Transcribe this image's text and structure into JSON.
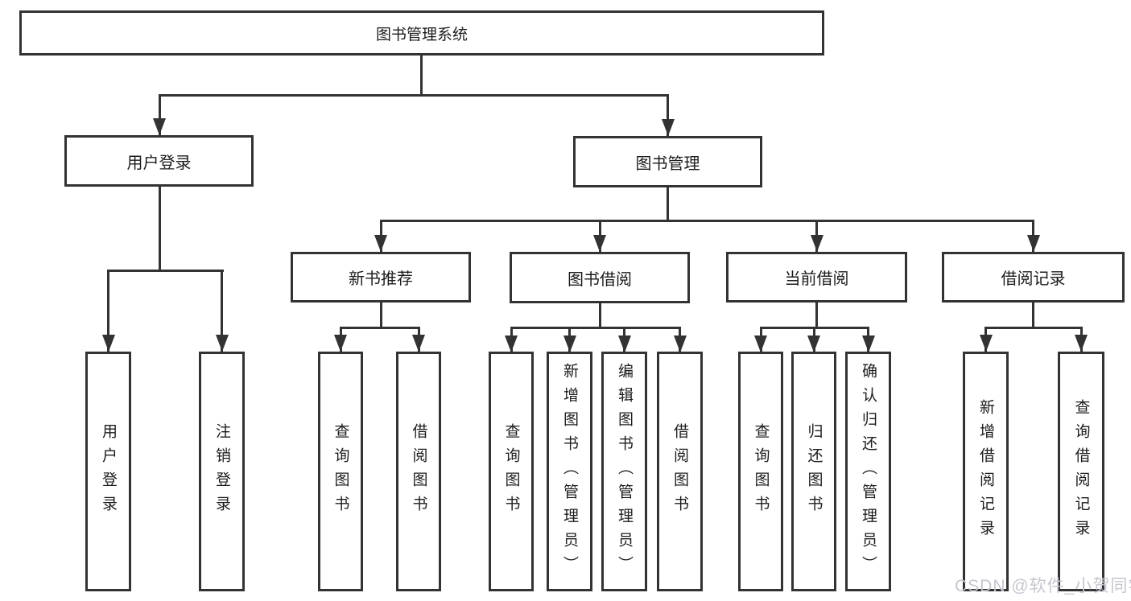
{
  "tree": {
    "label": "图书管理系统",
    "children": [
      {
        "label": "用户登录",
        "children": [
          {
            "label": "用户登录"
          },
          {
            "label": "注销登录"
          }
        ]
      },
      {
        "label": "图书管理",
        "children": [
          {
            "label": "新书推荐",
            "children": [
              {
                "label": "查询图书"
              },
              {
                "label": "借阅图书"
              }
            ]
          },
          {
            "label": "图书借阅",
            "children": [
              {
                "label": "查询图书"
              },
              {
                "label": "新增图书（管理员）"
              },
              {
                "label": "编辑图书（管理员）"
              },
              {
                "label": "借阅图书"
              }
            ]
          },
          {
            "label": "当前借阅",
            "children": [
              {
                "label": "查询图书"
              },
              {
                "label": "归还图书"
              },
              {
                "label": "确认归还（管理员）"
              }
            ]
          },
          {
            "label": "借阅记录",
            "children": [
              {
                "label": "新增借阅记录"
              },
              {
                "label": "查询借阅记录"
              }
            ]
          }
        ]
      }
    ]
  },
  "watermark": "CSDN @软件_小贺同学",
  "colors": {
    "line": "#333333",
    "box_border": "#333333",
    "box_fill": "#ffffff",
    "text": "#1c1c1c",
    "watermark": "#c6c6d0",
    "background": "#ffffff"
  }
}
